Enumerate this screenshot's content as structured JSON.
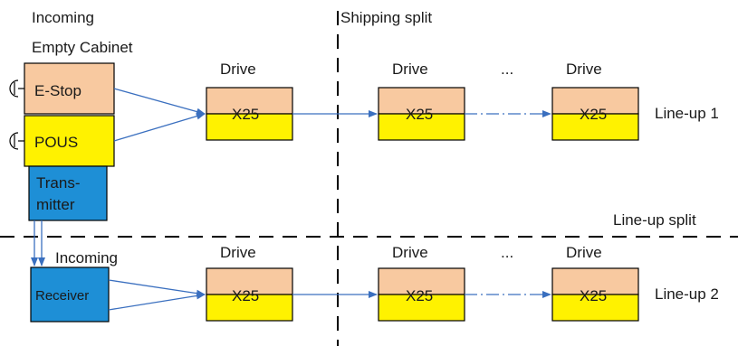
{
  "colors": {
    "drive_top": "#f8c9a0",
    "drive_bottom": "#fff200",
    "estop": "#f8c9a0",
    "pous": "#fff200",
    "transmitter": "#1e8fd6",
    "receiver": "#1e8fd6",
    "arrow": "#3a6fbf",
    "divider": "#000000"
  },
  "labels": {
    "incoming_top_line1": "Incoming",
    "incoming_top_line2": "Empty Cabinet",
    "shipping_split": "Shipping split",
    "lineup_split": "Line-up split",
    "incoming_bottom": "Incoming",
    "lineup1": "Line-up 1",
    "lineup2": "Line-up 2",
    "drive": "Drive",
    "x25": "X25",
    "ellipsis": "...",
    "estop": "E-Stop",
    "pous": "POUS",
    "transmitter_line1": "Trans-",
    "transmitter_line2": "mitter",
    "receiver": "Receiver"
  },
  "icons": {
    "estop_switch": "push-button-switch-icon",
    "pous_switch": "push-button-switch-icon"
  }
}
